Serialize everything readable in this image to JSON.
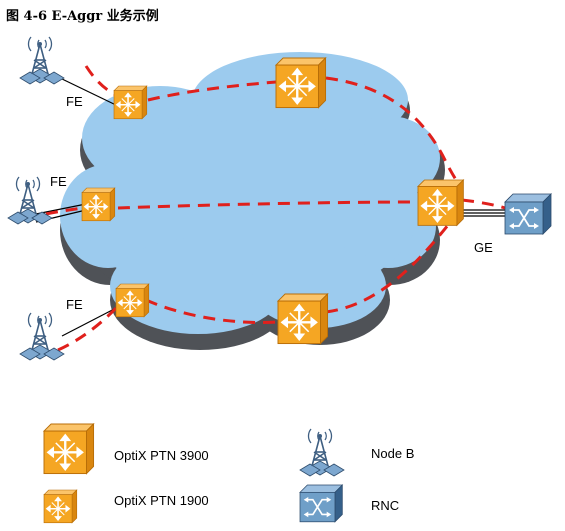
{
  "caption": "图 4-6 E-Aggr 业务示例",
  "links": {
    "fe_label": "FE",
    "ge_label": "GE"
  },
  "legend": {
    "ptn3900": "OptiX PTN 3900",
    "ptn1900": "OptiX PTN 1900",
    "nodeb": "Node B",
    "rnc": "RNC"
  },
  "colors": {
    "cloud": "#9ccbee",
    "cloud_shadow": "#4f5257",
    "service_path": "#e0201c",
    "ptn_face": "#f5a623",
    "ptn_top": "#fbc46a",
    "ptn_side": "#d9860f",
    "rnc_face": "#6f9fc8",
    "rnc_dark": "#35608a",
    "tower": "#3f5f82"
  },
  "icons": [
    "ptn3900-icon",
    "ptn1900-icon",
    "nodeb-icon",
    "rnc-icon",
    "cloud-network"
  ]
}
